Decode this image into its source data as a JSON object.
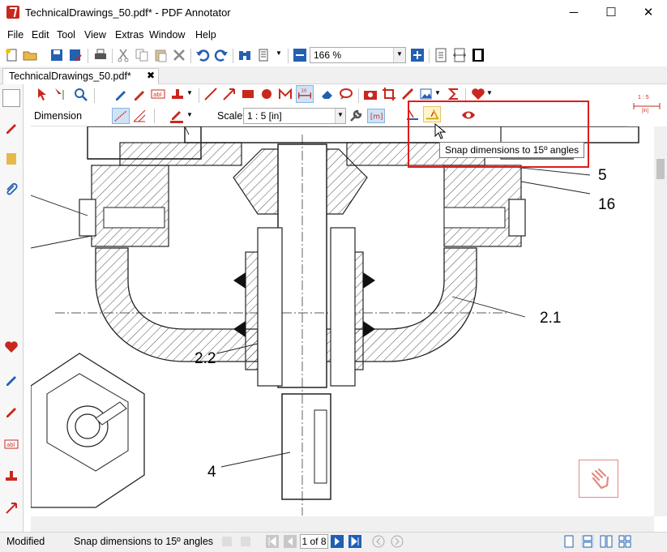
{
  "window": {
    "title": "TechnicalDrawings_50.pdf* - PDF Annotator"
  },
  "menu": [
    "File",
    "Edit",
    "Tool",
    "View",
    "Extras",
    "Window",
    "Help"
  ],
  "toolbar": {
    "zoom_value": "166 %"
  },
  "tab": {
    "label": "TechnicalDrawings_50.pdf*",
    "close": "✖"
  },
  "properties": {
    "tool_name": "Dimension",
    "scale_label": "Scale:",
    "scale_value": "1 : 5 [in]",
    "unit_button": "[m]"
  },
  "scale_indicator": {
    "ratio": "1 : 5",
    "unit": "[in]"
  },
  "tooltip": {
    "text": "Snap dimensions to 15º angles"
  },
  "drawing": {
    "labels": [
      "5",
      "16",
      "2.1",
      "2.2",
      "4"
    ]
  },
  "status": {
    "modified": "Modified",
    "message": "Snap dimensions to 15º angles",
    "page": "1 of 8"
  },
  "colors": {
    "accent": "#c8281e",
    "highlight": "#e11b1b",
    "nav_blue": "#1f5fb4"
  }
}
